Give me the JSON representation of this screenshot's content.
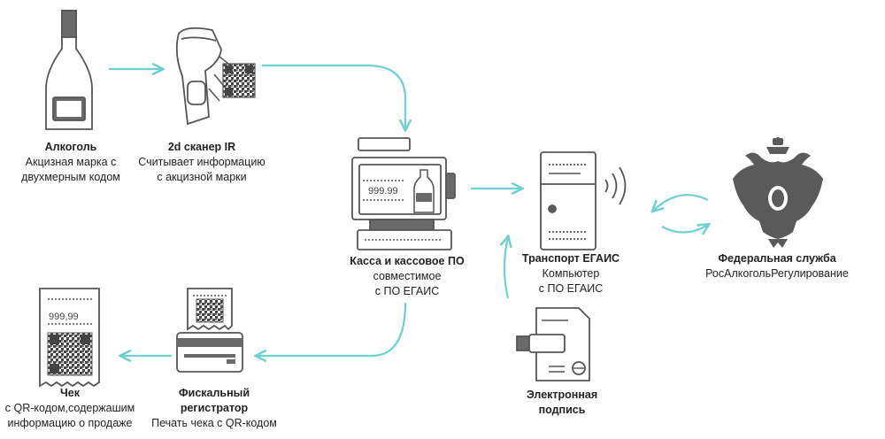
{
  "nodes": {
    "alcohol": {
      "title": "Алкоголь",
      "lines": [
        "Акцизная марка с",
        "двухмерным кодом"
      ]
    },
    "scanner": {
      "title": "2d сканер IR",
      "lines": [
        "Считывает информацию",
        "с акцизной марки"
      ]
    },
    "pos": {
      "title": "Касса и кассовое ПО",
      "lines": [
        "совместимое",
        "с  ПО ЕГАИС"
      ],
      "display_price": "999.99"
    },
    "transport": {
      "title": "Транспорт ЕГАИС",
      "lines": [
        "Компьютер",
        "с ПО ЕГАИС"
      ]
    },
    "federal": {
      "title": "Федеральная служба",
      "lines": [
        "РосАлкогольРегулирование"
      ]
    },
    "signature": {
      "title": "Электронная",
      "lines": [
        "подпись"
      ]
    },
    "fiscal": {
      "title": "Фискальный",
      "lines": [
        "регистратор",
        "Печать чека с QR-кодом"
      ]
    },
    "receipt": {
      "title": "Чек",
      "lines": [
        "с QR-кодом,содержашим",
        "информацию о продаже"
      ],
      "price": "999,99"
    }
  },
  "colors": {
    "arrow": "#6fd0d0",
    "icon_stroke": "#555555",
    "icon_fill": "#5a5a5a"
  }
}
